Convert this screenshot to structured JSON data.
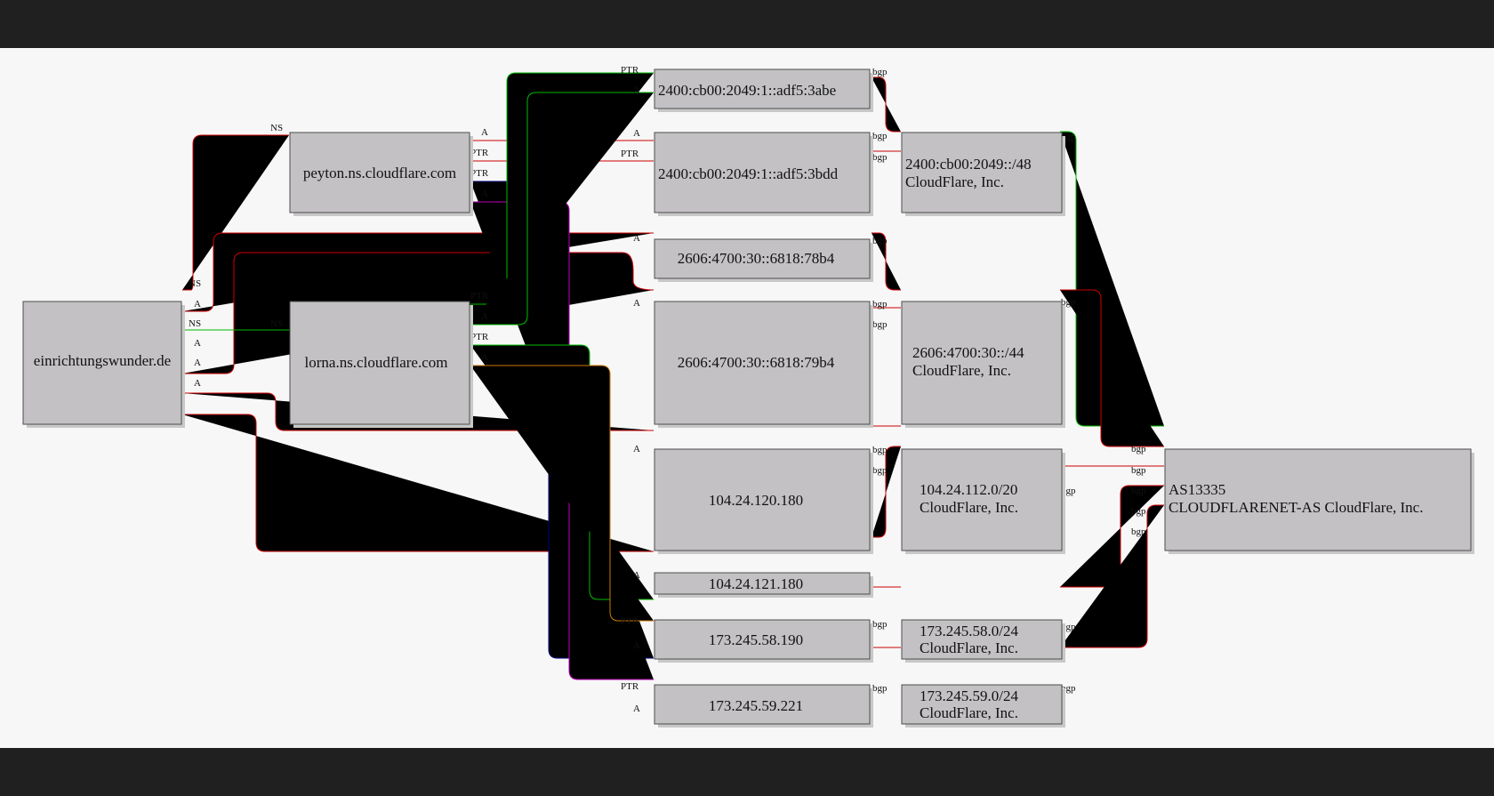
{
  "colors": {
    "background": "#f7f7f7",
    "window": "#202020",
    "node_fill": "#c3c1c4",
    "node_border": "#4d4d4d",
    "red": "#cc0000",
    "green": "#00bb00",
    "navy": "#000080",
    "magenta": "#bb00bb",
    "orange": "#cc7a00"
  },
  "nodes": {
    "domain": {
      "label": "einrichtungswunder.de"
    },
    "peyton": {
      "label": "peyton.ns.cloudflare.com"
    },
    "lorna": {
      "label": "lorna.ns.cloudflare.com"
    },
    "ip6_abe": {
      "label": "2400:cb00:2049:1::adf5:3abe"
    },
    "ip6_bdd": {
      "label": "2400:cb00:2049:1::adf5:3bdd"
    },
    "ip6_8b4": {
      "label": "2606:4700:30::6818:78b4"
    },
    "ip6_9b4": {
      "label": "2606:4700:30::6818:79b4"
    },
    "ip4_120": {
      "label": "104.24.120.180"
    },
    "ip4_121": {
      "label": "104.24.121.180"
    },
    "ip4_58": {
      "label": "173.245.58.190"
    },
    "ip4_59": {
      "label": "173.245.59.221"
    },
    "net_2400": {
      "line1": "2400:cb00:2049::/48",
      "line2": "CloudFlare, Inc."
    },
    "net_2606": {
      "line1": "2606:4700:30::/44",
      "line2": "CloudFlare, Inc."
    },
    "net_104": {
      "line1": "104.24.112.0/20",
      "line2": "CloudFlare, Inc."
    },
    "net_58": {
      "line1": "173.245.58.0/24",
      "line2": "CloudFlare, Inc."
    },
    "net_59": {
      "line1": "173.245.59.0/24",
      "line2": "CloudFlare, Inc."
    },
    "asn": {
      "line1": "AS13335",
      "line2": "CLOUDFLARENET-AS CloudFlare, Inc."
    }
  },
  "edge_labels": {
    "ns": "NS",
    "a": "A",
    "ptr": "PTR",
    "bgp": "bgp"
  }
}
